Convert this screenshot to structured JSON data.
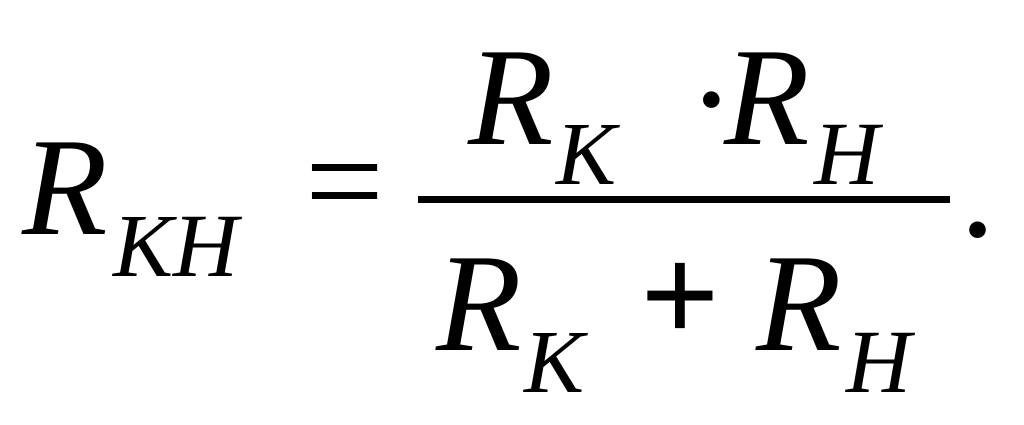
{
  "formula": {
    "lhs": {
      "symbol": "R",
      "subscript": "KH"
    },
    "equals": "=",
    "numerator": {
      "left_symbol": "R",
      "left_subscript": "K",
      "operator": "·",
      "right_symbol": "R",
      "right_subscript": "H"
    },
    "denominator": {
      "left_symbol": "R",
      "left_subscript": "K",
      "operator": "+",
      "right_symbol": "R",
      "right_subscript": "H"
    },
    "terminator": "."
  }
}
